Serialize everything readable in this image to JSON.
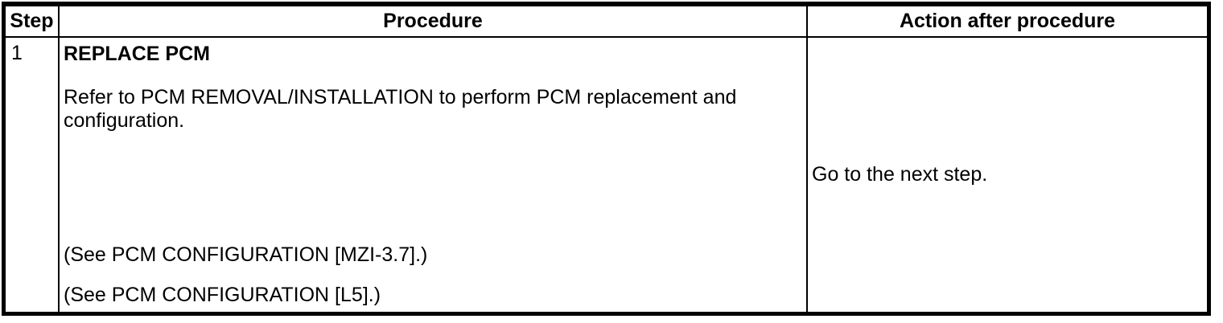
{
  "table": {
    "columns": [
      {
        "key": "step",
        "label": "Step"
      },
      {
        "key": "procedure",
        "label": "Procedure"
      },
      {
        "key": "action",
        "label": "Action after procedure"
      }
    ],
    "rows": [
      {
        "step": "1",
        "procedure": {
          "title": "REPLACE PCM",
          "body": "Refer to PCM REMOVAL/INSTALLATION to perform PCM replacement and configuration.",
          "references": [
            "(See PCM CONFIGURATION [MZI-3.7].)",
            "(See PCM CONFIGURATION [L5].)"
          ]
        },
        "action": "Go to the next step."
      }
    ]
  },
  "colors": {
    "background": "#ffffff",
    "border": "#000000",
    "text": "#000000"
  }
}
